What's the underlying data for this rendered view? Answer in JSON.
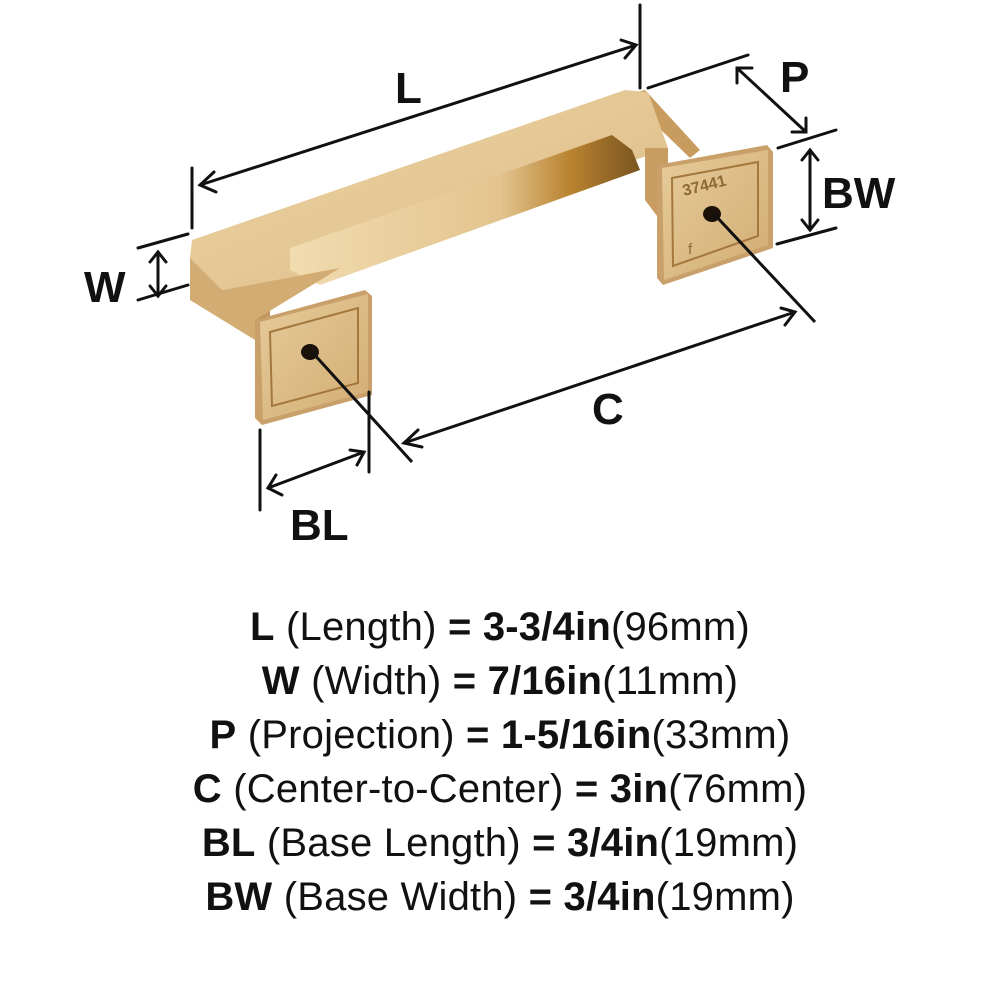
{
  "diagram": {
    "product_marking": "37441",
    "colors": {
      "finish_light": "#e9cf9f",
      "finish_mid": "#d9b77f",
      "finish_dark": "#b98d52",
      "finish_shadow": "#8a6230",
      "line": "#111111"
    },
    "dimension_labels": {
      "L": "L",
      "W": "W",
      "P": "P",
      "BW": "BW",
      "C": "C",
      "BL": "BL"
    }
  },
  "specs": [
    {
      "code": "L",
      "desc": "(Length)",
      "eq": "=",
      "inch": "3-3/4in",
      "mm": "(96mm)"
    },
    {
      "code": "W",
      "desc": "(Width)",
      "eq": "=",
      "inch": "7/16in",
      "mm": "(11mm)"
    },
    {
      "code": "P",
      "desc": "(Projection)",
      "eq": "=",
      "inch": "1-5/16in",
      "mm": "(33mm)"
    },
    {
      "code": "C",
      "desc": "(Center-to-Center)",
      "eq": "=",
      "inch": "3in",
      "mm": "(76mm)"
    },
    {
      "code": "BL",
      "desc": "(Base Length)",
      "eq": "=",
      "inch": "3/4in",
      "mm": "(19mm)"
    },
    {
      "code": "BW",
      "desc": "(Base Width)",
      "eq": "=",
      "inch": "3/4in",
      "mm": "(19mm)"
    }
  ]
}
